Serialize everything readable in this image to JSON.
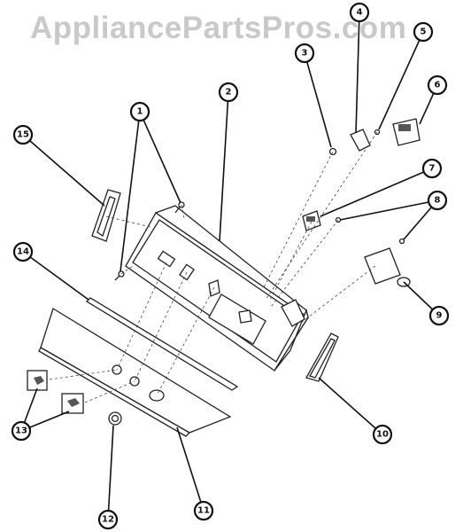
{
  "watermark": "AppliancePartsPros.com",
  "callouts": [
    {
      "id": "callout-1",
      "label": "1"
    },
    {
      "id": "callout-2",
      "label": "2"
    },
    {
      "id": "callout-3",
      "label": "3"
    },
    {
      "id": "callout-4",
      "label": "4"
    },
    {
      "id": "callout-5",
      "label": "5"
    },
    {
      "id": "callout-6",
      "label": "6"
    },
    {
      "id": "callout-7",
      "label": "7"
    },
    {
      "id": "callout-8",
      "label": "8"
    },
    {
      "id": "callout-9",
      "label": "9"
    },
    {
      "id": "callout-10",
      "label": "10"
    },
    {
      "id": "callout-11",
      "label": "11"
    },
    {
      "id": "callout-12",
      "label": "12"
    },
    {
      "id": "callout-13",
      "label": "13"
    },
    {
      "id": "callout-14",
      "label": "14"
    },
    {
      "id": "callout-15",
      "label": "15"
    }
  ]
}
